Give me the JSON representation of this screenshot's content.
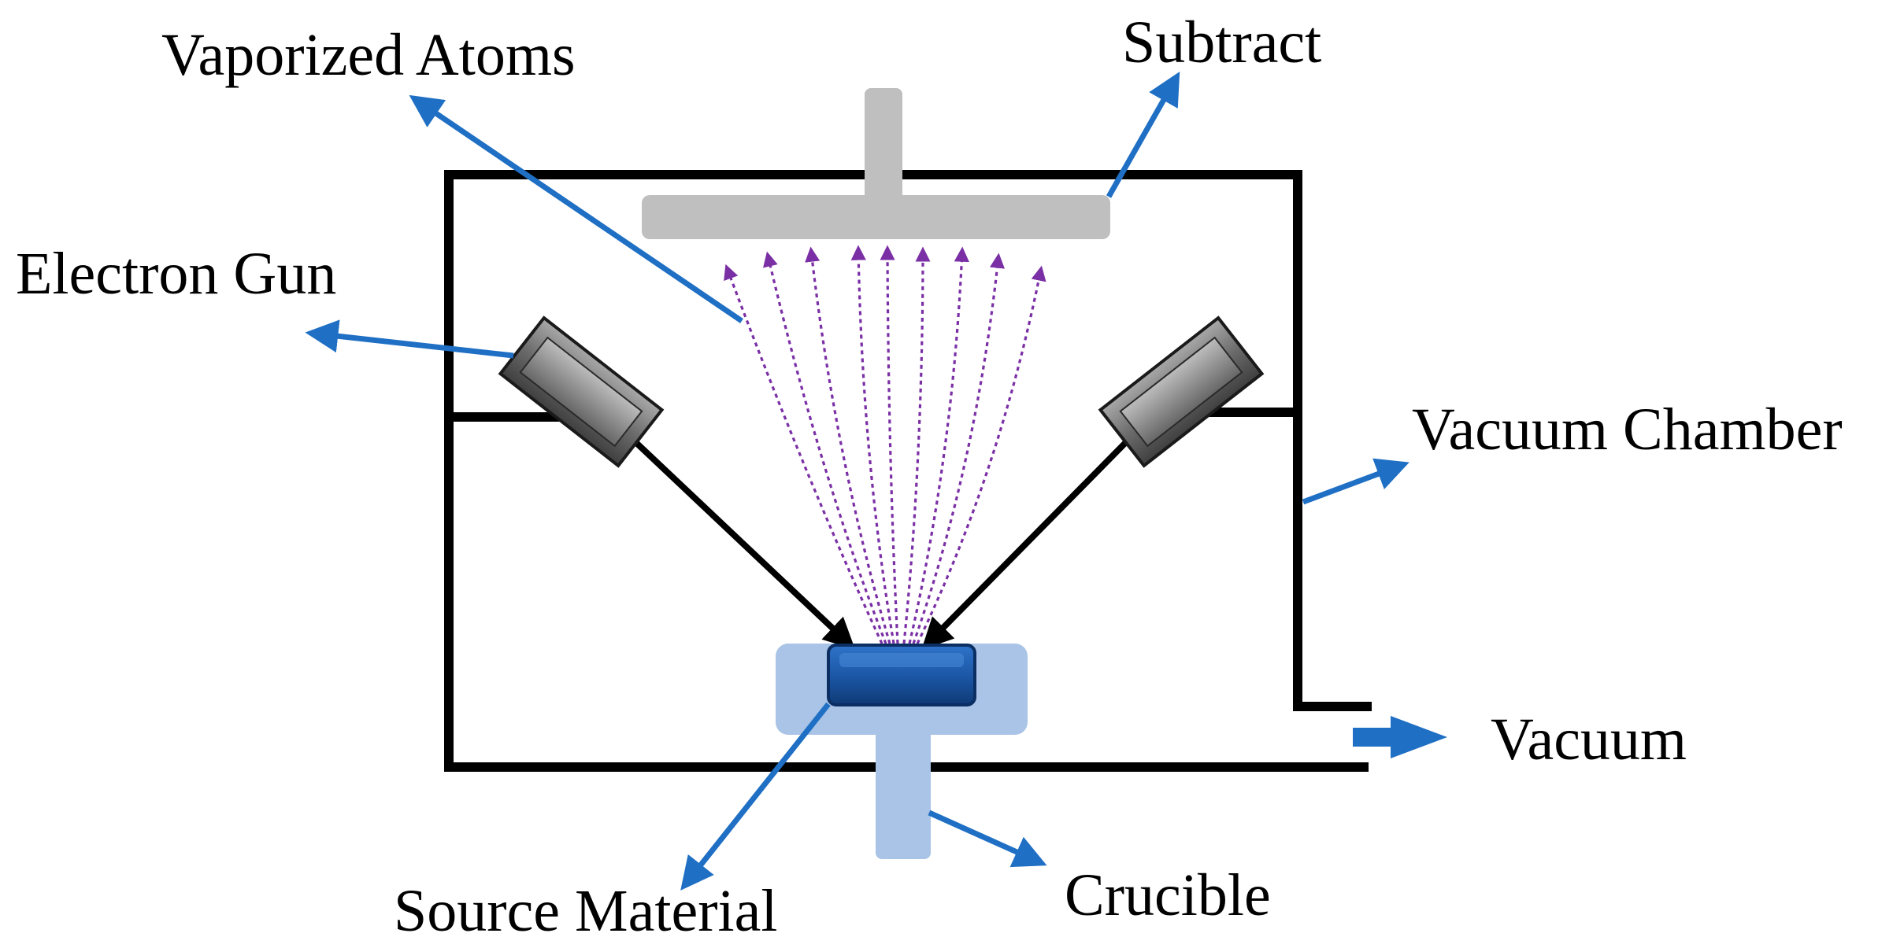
{
  "labels": {
    "vaporized_atoms": "Vaporized Atoms",
    "subtract": "Subtract",
    "electron_gun": "Electron Gun",
    "vacuum_chamber": "Vacuum Chamber",
    "vacuum": "Vacuum",
    "source_material": "Source Material",
    "crucible": "Crucible"
  },
  "colors": {
    "leader_arrow": "#1f6fc4",
    "chamber_wall": "#000000",
    "substrate_holder": "#bfbfbf",
    "electron_gun_body": "#6e6e6e",
    "source_material": "#1d5aa8",
    "crucible": "#a9c4e6",
    "vapor_paths": "#7a2fa5"
  },
  "icons": {
    "pump_direction": "right-arrow-icon"
  }
}
